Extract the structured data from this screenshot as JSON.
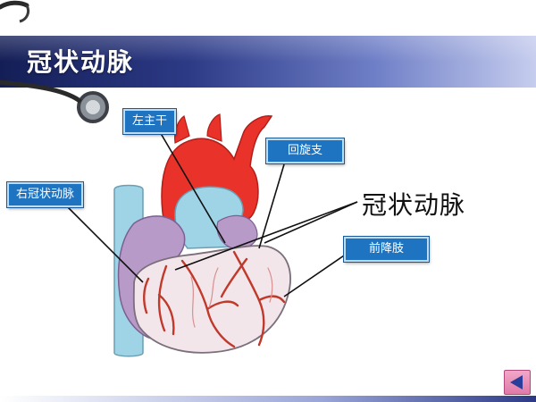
{
  "page": {
    "title": "冠状动脉"
  },
  "labels": {
    "left_main": "左主干",
    "circumflex": "回旋支",
    "right_coronary": "右冠状动脉",
    "lad": "前降肢",
    "annotation": "冠状动脉"
  },
  "icons": {
    "stethoscope": "stethoscope-icon",
    "nav_prev": "triangle-left-icon"
  },
  "colors": {
    "title_bar": "#2c3a86",
    "label_box": "#1f74c2",
    "aorta": "#e8322a",
    "vena_cava": "#9fd3e6",
    "heart_right": "#b79ac7",
    "heart_left": "#f3e6ea",
    "vessel": "#c0392b"
  }
}
